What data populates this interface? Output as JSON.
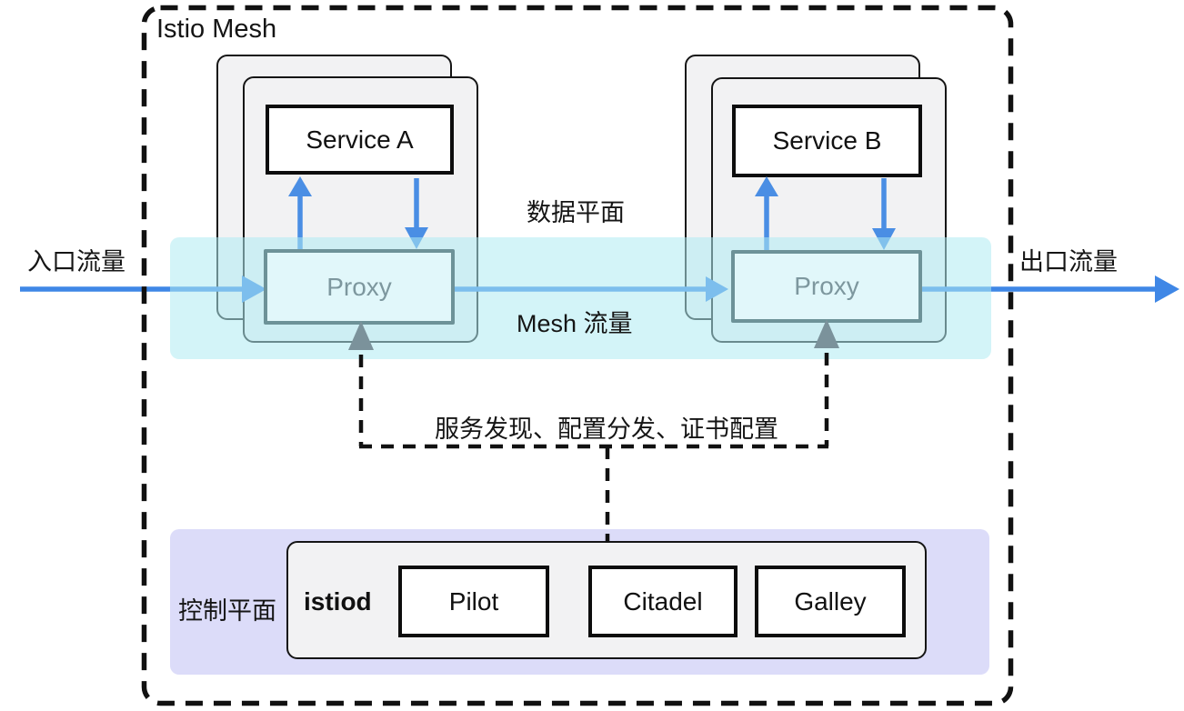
{
  "diagram": {
    "title": "Istio Mesh",
    "labels": {
      "ingress": "入口流量",
      "egress": "出口流量",
      "data_plane": "数据平面",
      "mesh_traffic": "Mesh 流量",
      "config_line": "服务发现、配置分发、证书配置",
      "control_plane": "控制平面"
    },
    "services": [
      {
        "name": "Service A"
      },
      {
        "name": "Service B"
      }
    ],
    "proxies": [
      {
        "name": "Proxy"
      },
      {
        "name": "Proxy"
      }
    ],
    "istiod": {
      "label": "istiod",
      "components": [
        {
          "label": "Pilot"
        },
        {
          "label": "Citadel"
        },
        {
          "label": "Galley"
        }
      ]
    },
    "colors": {
      "traffic_blue": "#3f87e6",
      "service_arrow_blue": "#4a8ee4",
      "config_gray": "#7b929b",
      "data_plane_band": "#d2f2f5",
      "control_plane_band": "#dcdcf9",
      "proxy_fill": "#e1f7fa",
      "proxy_border": "#6d9298",
      "pod_fill": "#f2f2f3",
      "line_black": "#111111"
    }
  }
}
